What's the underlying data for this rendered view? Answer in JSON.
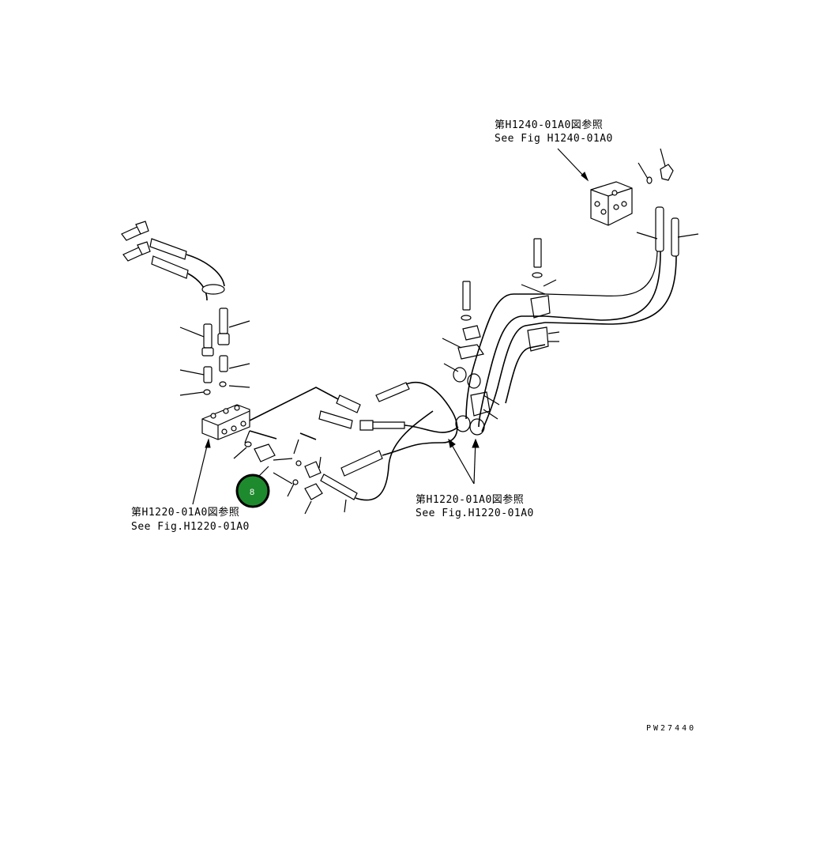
{
  "references": [
    {
      "jp": "第H1240-01A0図参照",
      "en": "See Fig H1240-01A0"
    },
    {
      "jp": "第H1220-01A0図参照",
      "en": "See Fig.H1220-01A0"
    },
    {
      "jp": "第H1220-01A0図参照",
      "en": "See Fig.H1220-01A0"
    }
  ],
  "callout": {
    "label": "8",
    "color": "#1e8a2e"
  },
  "drawing_code": "PW27440"
}
